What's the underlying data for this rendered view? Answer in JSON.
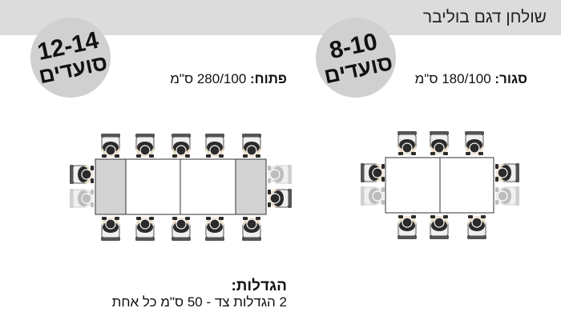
{
  "header": {
    "title": "שולחן דגם בוליבר"
  },
  "closed": {
    "badge_number": "8-10",
    "badge_label": "סועדים",
    "spec_label": "סגור:",
    "spec_value": "180/100 ס\"מ"
  },
  "open": {
    "badge_number": "12-14",
    "badge_label": "סועדים",
    "spec_label": "פתוח:",
    "spec_value": "280/100 ס\"מ"
  },
  "extensions": {
    "title": "הגדלות:",
    "text": "2 הגדלות צד - 50 ס\"מ כל אחת"
  },
  "colors": {
    "header_bg": "#dcdcdc",
    "badge_bg": "#d0d0d0",
    "extension_leaf": "#d3d3d3",
    "table_line": "#333333",
    "chair": "#555555",
    "person": "#2b2b2b",
    "faded": "#bdbdbd"
  }
}
